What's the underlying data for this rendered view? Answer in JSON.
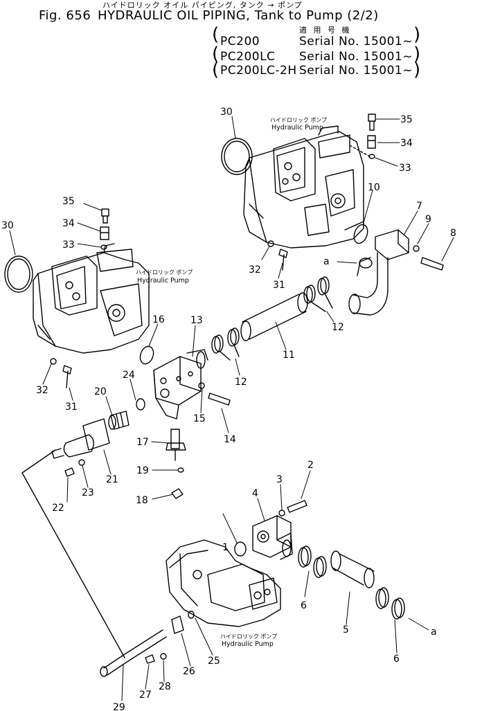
{
  "header": {
    "kana": "ハイドロリック オイル パイピング, タンク → ポンプ",
    "fig_no": "Fig. 656",
    "title": "HYDRAULIC OIL PIPING, Tank to Pump (2/2)",
    "applies_label": "適 用 号 機",
    "models": [
      {
        "model": "PC200",
        "serial": "Serial No. 15001~"
      },
      {
        "model": "PC200LC",
        "serial": "Serial No. 15001~"
      },
      {
        "model": "PC200LC-2H",
        "serial": "Serial No. 15001~"
      }
    ]
  },
  "pump_labels": [
    {
      "jp": "ハイドロリック ポンプ",
      "en": "Hydraulic Pump"
    },
    {
      "jp": "ハイドロリック ポンプ",
      "en": "Hydraulic Pump"
    },
    {
      "jp": "ハイドロリック ポンプ",
      "en": "Hydraulic Pump"
    }
  ],
  "callouts": [
    "1",
    "2",
    "3",
    "4",
    "5",
    "6",
    "6",
    "7",
    "8",
    "9",
    "10",
    "11",
    "12",
    "12",
    "13",
    "14",
    "15",
    "16",
    "17",
    "18",
    "19",
    "20",
    "21",
    "22",
    "23",
    "24",
    "25",
    "26",
    "27",
    "28",
    "29",
    "30",
    "30",
    "31",
    "31",
    "32",
    "32",
    "33",
    "33",
    "34",
    "34",
    "35",
    "35",
    "a",
    "a"
  ],
  "colors": {
    "ink": "#000000",
    "paper": "#ffffff"
  }
}
